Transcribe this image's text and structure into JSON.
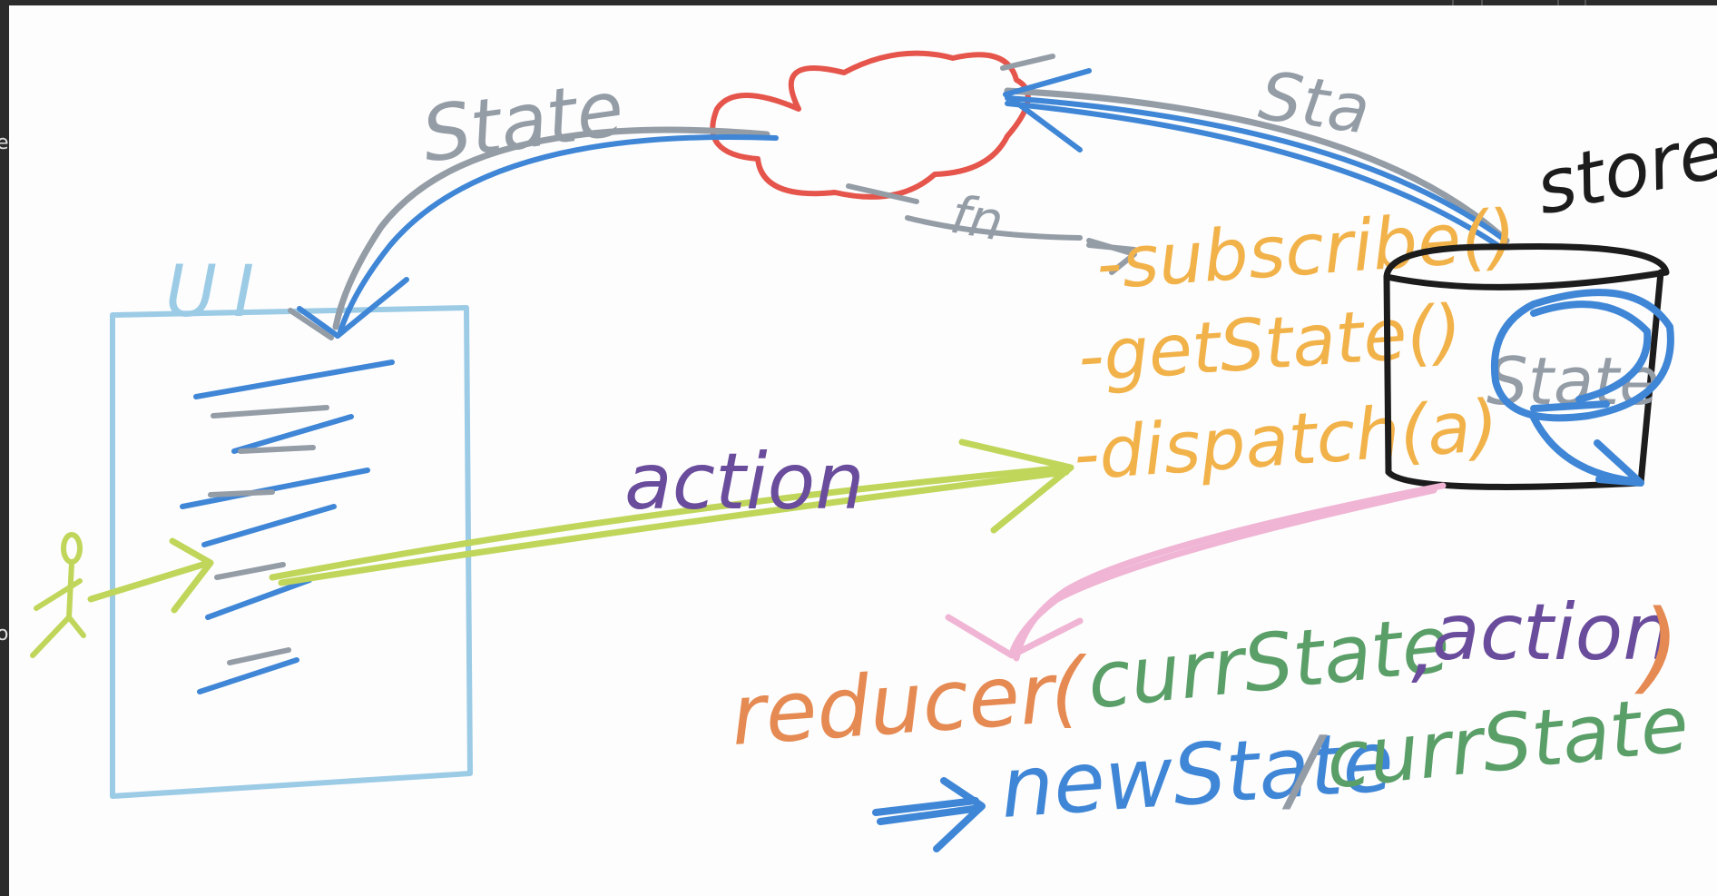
{
  "labels": {
    "ui": "UI",
    "state_left": "State",
    "state_right": "Sta",
    "action": "action",
    "store": "store",
    "subscribe": "-subscribe()",
    "getstate": "-getState()",
    "dispatch": "-dispatch(a)",
    "store_inner": "State",
    "reducer_name": "reducer",
    "reducer_open": "(",
    "reducer_arg1": "currState",
    "reducer_comma": ",",
    "reducer_arg2": "action",
    "reducer_close": ")",
    "result_new": "newState",
    "result_slash": "/",
    "result_curr": "currState",
    "scribble": "fn"
  },
  "colors": {
    "ui": "#9ccbe6",
    "state_gray": "#949ca6",
    "blue": "#3f86d6",
    "red": "#e5554b",
    "green_arrow": "#bfd65a",
    "purple": "#6a4c9c",
    "orange_api": "#f2b24a",
    "black": "#1c1c1c",
    "pink": "#f0b5d4",
    "reducer_orange": "#e58a52",
    "arg_green": "#5a9e68"
  },
  "icons": [
    "cloud-icon",
    "person-icon",
    "database-icon",
    "page-icon"
  ]
}
